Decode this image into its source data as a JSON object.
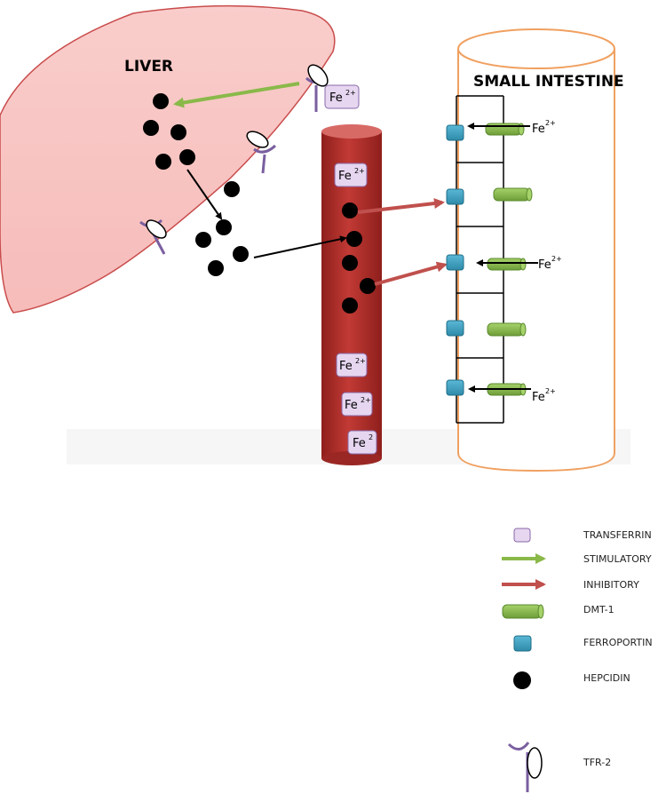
{
  "labels": {
    "liver": "LIVER",
    "small_intestine": "SMALL INTESTINE"
  },
  "iron": {
    "base": "Fe",
    "charge": "2+",
    "truncated_charge": "2"
  },
  "legend": {
    "transferrin": "TRANSFERRIN",
    "stimulatory": "STIMULATORY",
    "inhibitory": "INHIBITORY",
    "dmt1": "DMT-1",
    "ferroportin": "FERROPORTIN",
    "hepcidin": "HEPCIDIN",
    "tfr2": "TFR-2"
  },
  "colors": {
    "liver_fill": "#f7c6c4",
    "liver_stroke": "#c94c4c",
    "vessel": "#b5302c",
    "vessel_top": "#d86a66",
    "intestine_stroke": "#f0a060",
    "transferrin": "#e6d6f0",
    "stimulatory": "#8ab94a",
    "inhibitory": "#c0504d",
    "dmt1": "#8cbe4e",
    "ferroportin": "#3fa0c0",
    "hepcidin": "#000000",
    "tfr2": "#7a5fa0"
  }
}
